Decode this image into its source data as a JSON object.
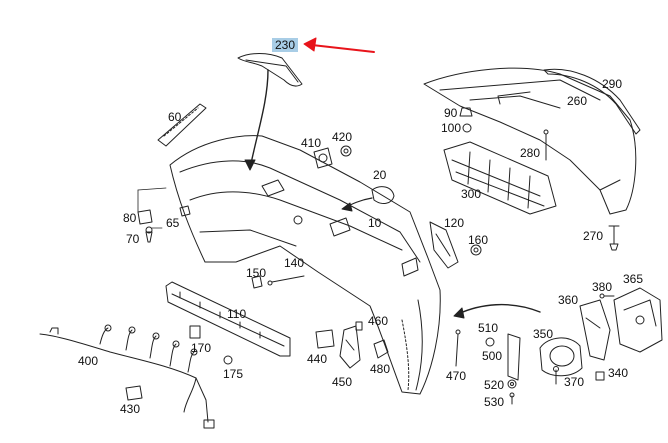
{
  "diagram": {
    "highlight_color": "#a8cde6",
    "arrow_color": "#e8141b",
    "highlighted_part": "230",
    "labels": {
      "p230": "230",
      "p290": "290",
      "p260": "260",
      "p90": "90",
      "p100": "100",
      "p60": "60",
      "p410": "410",
      "p420": "420",
      "p280": "280",
      "p20": "20",
      "p300": "300",
      "p80": "80",
      "p65": "65",
      "p70": "70",
      "p10": "10",
      "p120": "120",
      "p160": "160",
      "p270": "270",
      "p150": "150",
      "p140": "140",
      "p365": "365",
      "p380": "380",
      "p360": "360",
      "p110": "110",
      "p460": "460",
      "p510": "510",
      "p350": "350",
      "p400": "400",
      "p170": "170",
      "p440": "440",
      "p500": "500",
      "p480": "480",
      "p175": "175",
      "p470": "470",
      "p340": "340",
      "p370": "370",
      "p450": "450",
      "p520": "520",
      "p430": "430",
      "p530": "530"
    }
  }
}
